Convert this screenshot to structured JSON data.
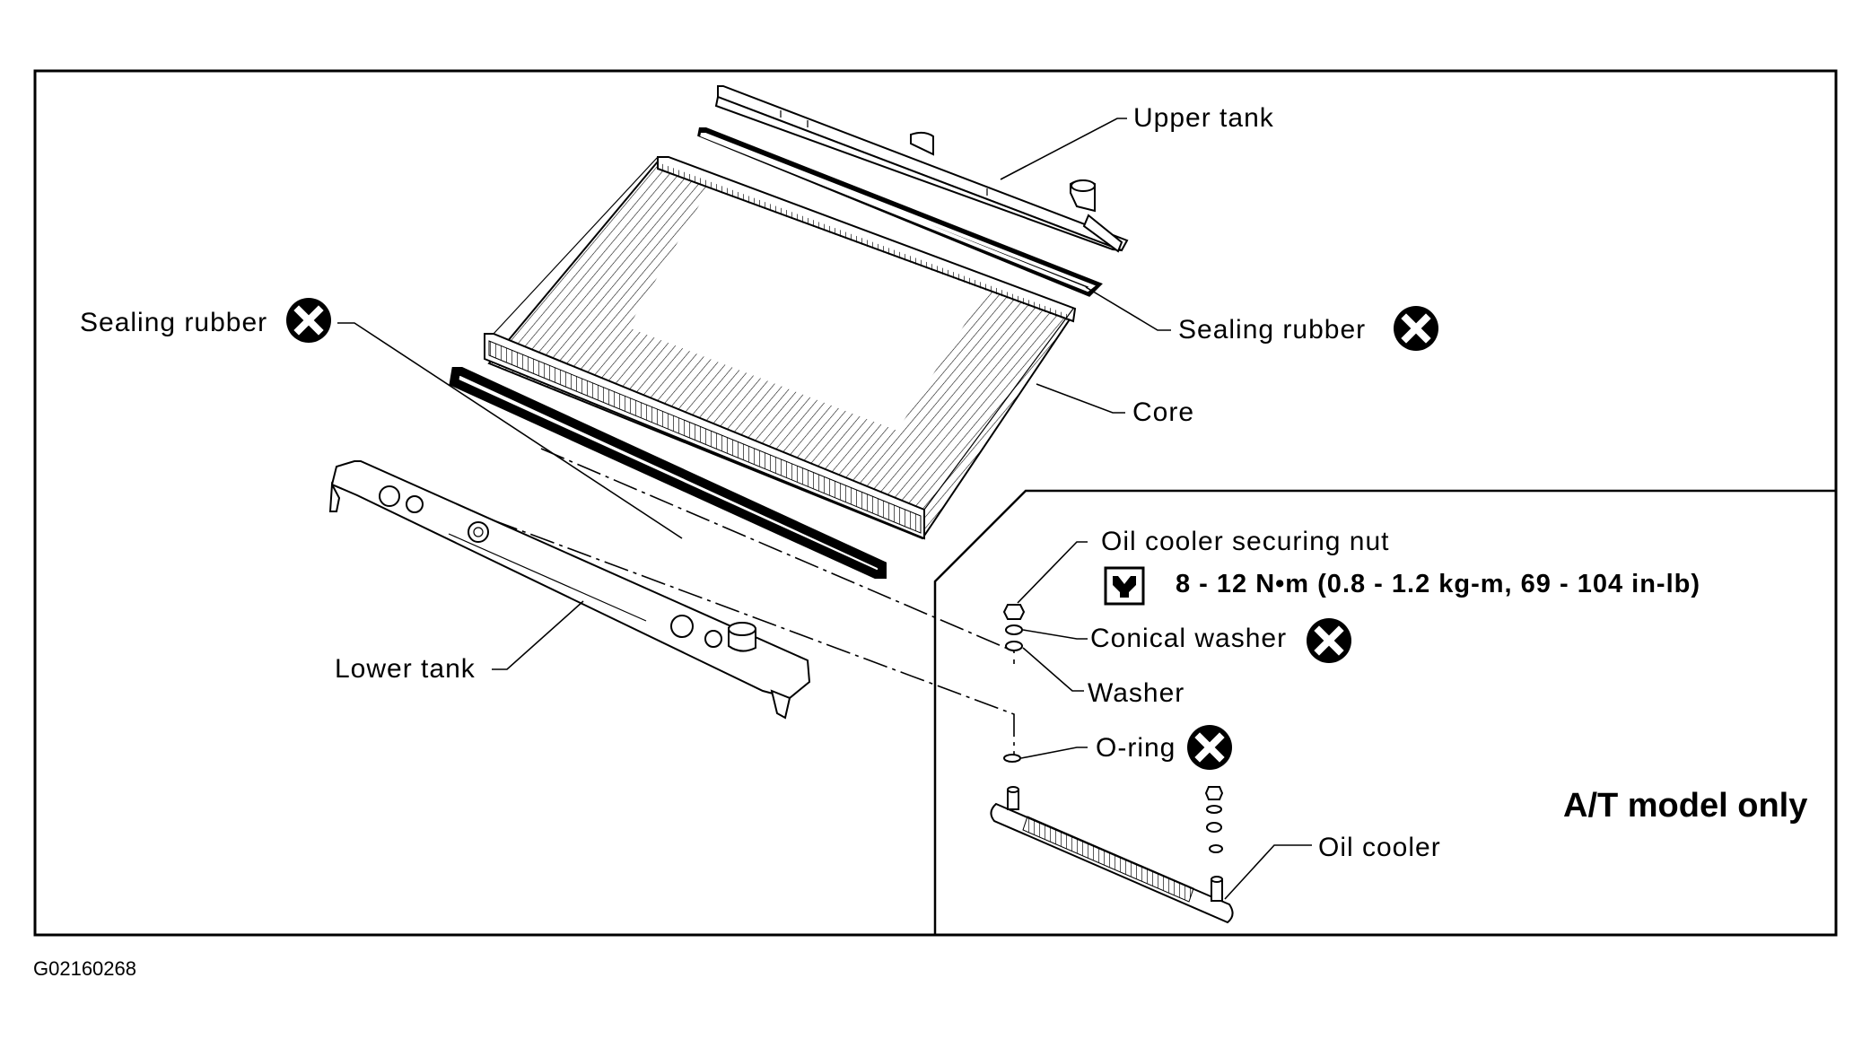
{
  "labels": {
    "upper_tank": "Upper tank",
    "sealing_rubber_right": "Sealing rubber",
    "sealing_rubber_left": "Sealing rubber",
    "core": "Core",
    "lower_tank": "Lower tank",
    "oil_cooler_nut": "Oil cooler securing nut",
    "torque_spec": "8 - 12 N•m (0.8 - 1.2 kg-m, 69 - 104 in-lb)",
    "conical_washer": "Conical washer",
    "washer": "Washer",
    "o_ring": "O-ring",
    "oil_cooler": "Oil cooler",
    "model_note": "A/T model only"
  },
  "figure_id": "G02160268",
  "icons": {
    "do_not_reuse": "x-circle-icon",
    "torque": "wrench-torque-icon"
  }
}
